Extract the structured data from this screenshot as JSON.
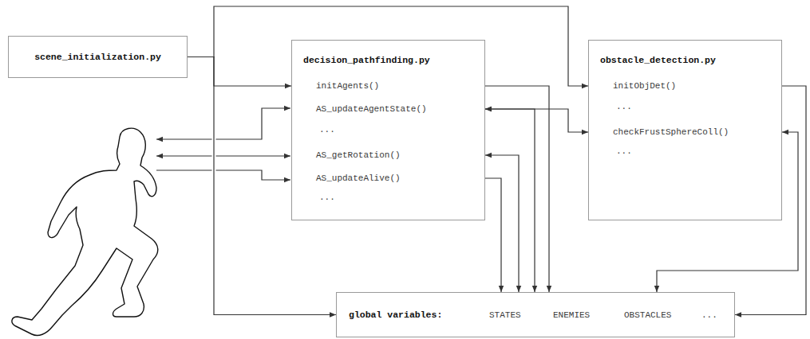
{
  "diagram": {
    "nodes": [
      {
        "text": [
          "scene_initialization.py"
        ]
      },
      {
        "text": [
          "decision_pathfinding.py",
          "initAgents()",
          "AS_updateAgentState()",
          "...",
          "AS_getRotation()",
          "AS_updateAlive()",
          "..."
        ]
      },
      {
        "text": [
          "obstacle_detection.py",
          "initObjDet()",
          "...",
          "checkFrustSphereColl()",
          "..."
        ]
      },
      {
        "text": [
          "global variables:",
          "STATES",
          "ENEMIES",
          "OBSTACLES",
          "..."
        ]
      }
    ],
    "edges": [
      {
        "from": 0,
        "to": 1,
        "arrow": "to"
      },
      {
        "from": 0,
        "to": 2,
        "arrow": "to"
      },
      {
        "from": 0,
        "to": 3,
        "arrow": "to"
      },
      {
        "from": 1,
        "to": 3,
        "arrow": "to"
      },
      {
        "from": 1,
        "to": 2,
        "arrow": "both"
      },
      {
        "from": 1,
        "to": 3,
        "arrow": "both"
      },
      {
        "from": 1,
        "to": 3,
        "arrow": "both"
      },
      {
        "from": 1,
        "to": 3,
        "arrow": "to"
      },
      {
        "from": 2,
        "to": 3,
        "arrow": "both"
      },
      {
        "from": 2,
        "to": 3,
        "arrow": "to"
      }
    ]
  }
}
